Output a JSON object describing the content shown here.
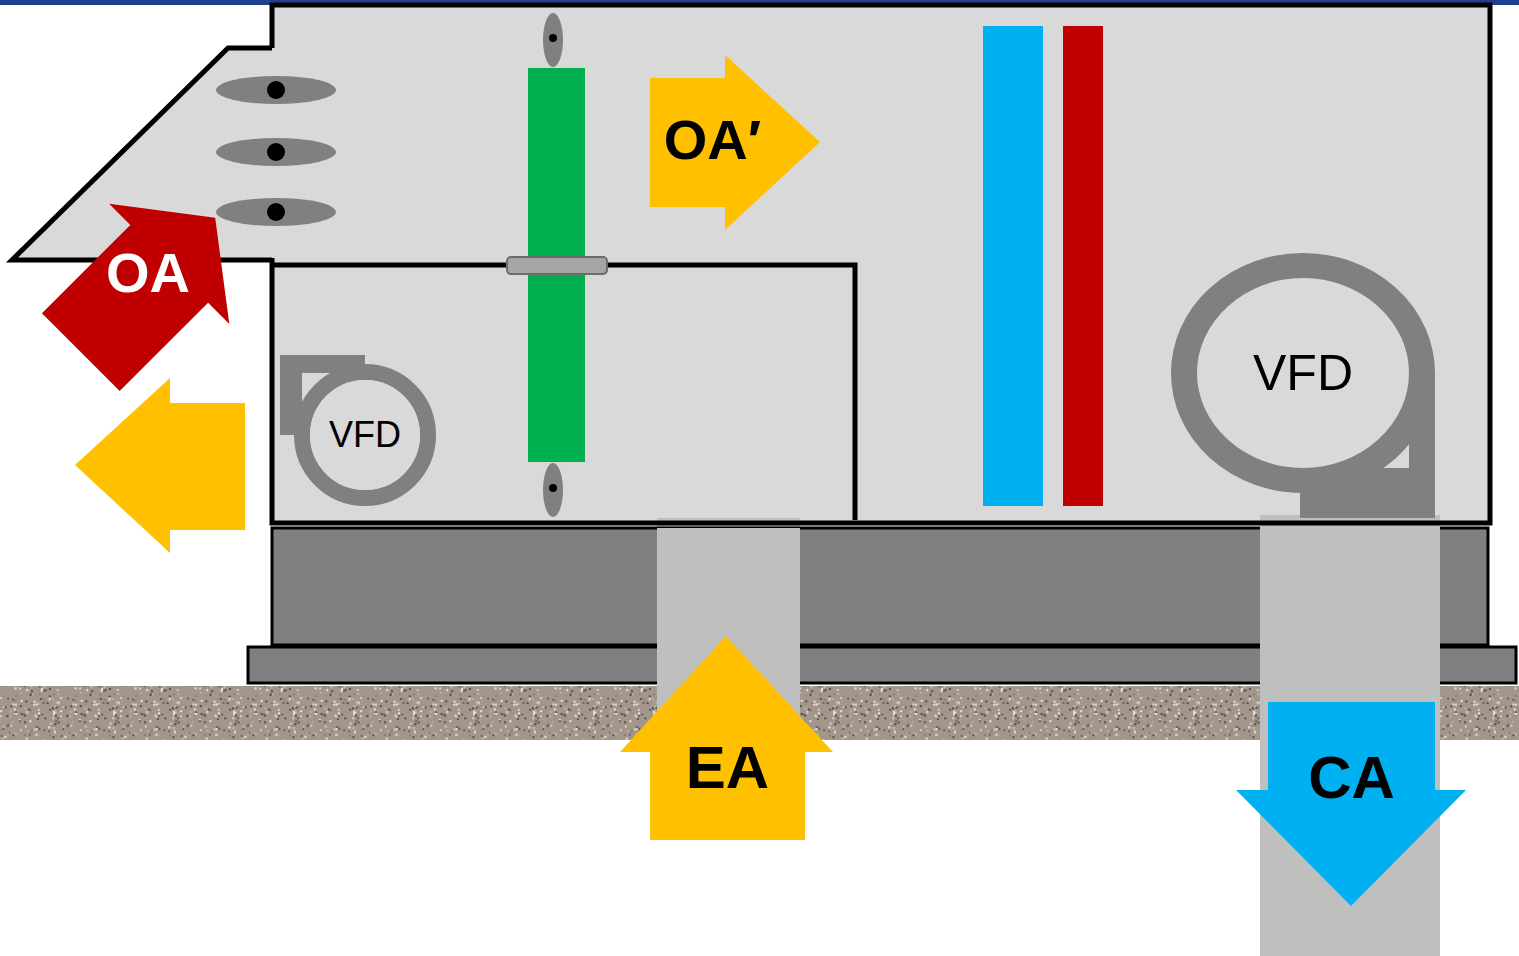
{
  "diagram": {
    "nodes": [
      {
        "text": [
          "OA′"
        ]
      },
      {
        "text": [
          "OA"
        ]
      },
      {
        "text": [
          "VFD"
        ]
      },
      {
        "text": [
          "VFD"
        ]
      },
      {
        "text": [
          "EA"
        ]
      },
      {
        "text": [
          "CA"
        ]
      }
    ]
  }
}
